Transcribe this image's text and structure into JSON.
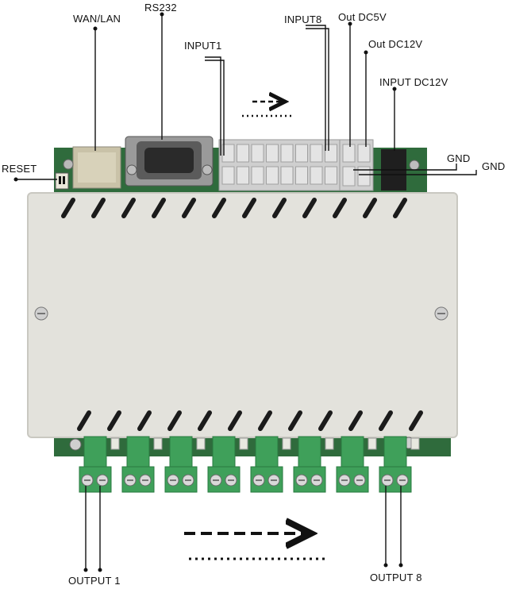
{
  "labels": {
    "wan_lan": "WAN/LAN",
    "rs232": "RS232",
    "input1": "INPUT1",
    "input8": "INPUT8",
    "out_dc5v": "Out DC5V",
    "out_dc12v": "Out DC12V",
    "input_dc12v": "INPUT DC12V",
    "reset": "RESET",
    "gnd_1": "GND",
    "gnd_2": "GND",
    "output1": "OUTPUT 1",
    "output8": "OUTPUT 8"
  },
  "relay_channels": [
    "1",
    "2",
    "3",
    "4",
    "5",
    "6",
    "7",
    "8"
  ],
  "colors": {
    "enclosure": "#e3e2dc",
    "enclosure_edge": "#c9c8c1",
    "pcb": "#2f6b3c",
    "terminal_green": "#3fa05a",
    "terminal_grey": "#cfcfcf",
    "slot": "#1b1b1b",
    "line": "#111111"
  }
}
